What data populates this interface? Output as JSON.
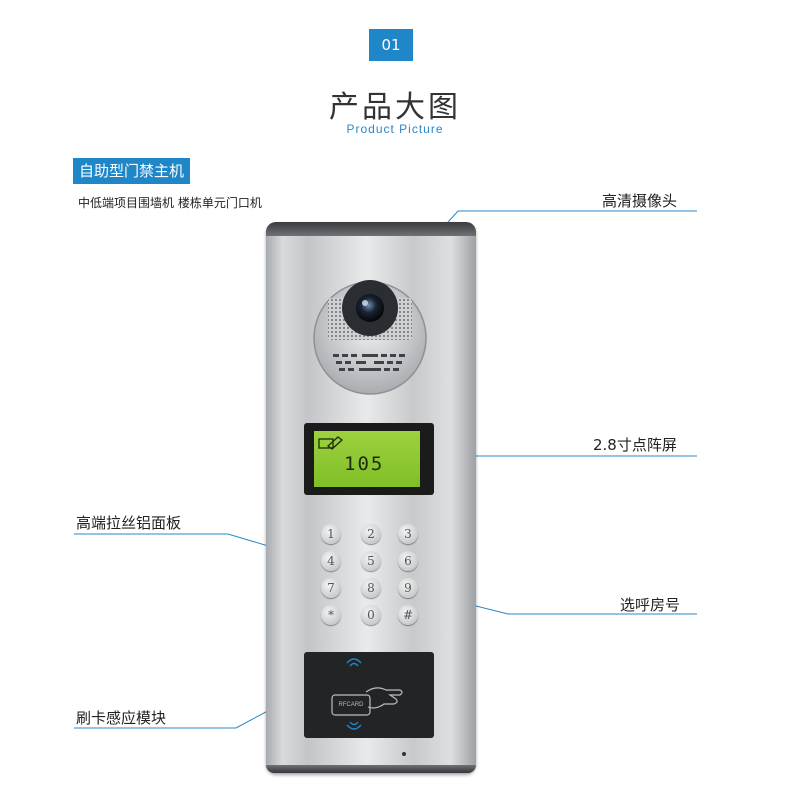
{
  "header": {
    "badge": "01",
    "title": "产品大图",
    "subtitle": "Product Picture"
  },
  "product": {
    "tag": "自助型门禁主机",
    "tagline": "中低端项目围墙机 楼栋单元门口机",
    "lcd_number": "105",
    "keys": [
      "1",
      "2",
      "3",
      "4",
      "5",
      "6",
      "7",
      "8",
      "9",
      "*",
      "0",
      "#"
    ],
    "rfcard_text": "RFCARD"
  },
  "callouts": {
    "camera": "高清摄像头",
    "screen": "2.8寸点阵屏",
    "panel": "高端拉丝铝面板",
    "keypad": "选呼房号",
    "card_module": "刷卡感应模块"
  },
  "colors": {
    "accent": "#1f86c8",
    "lcd_green": "#8dc832"
  }
}
